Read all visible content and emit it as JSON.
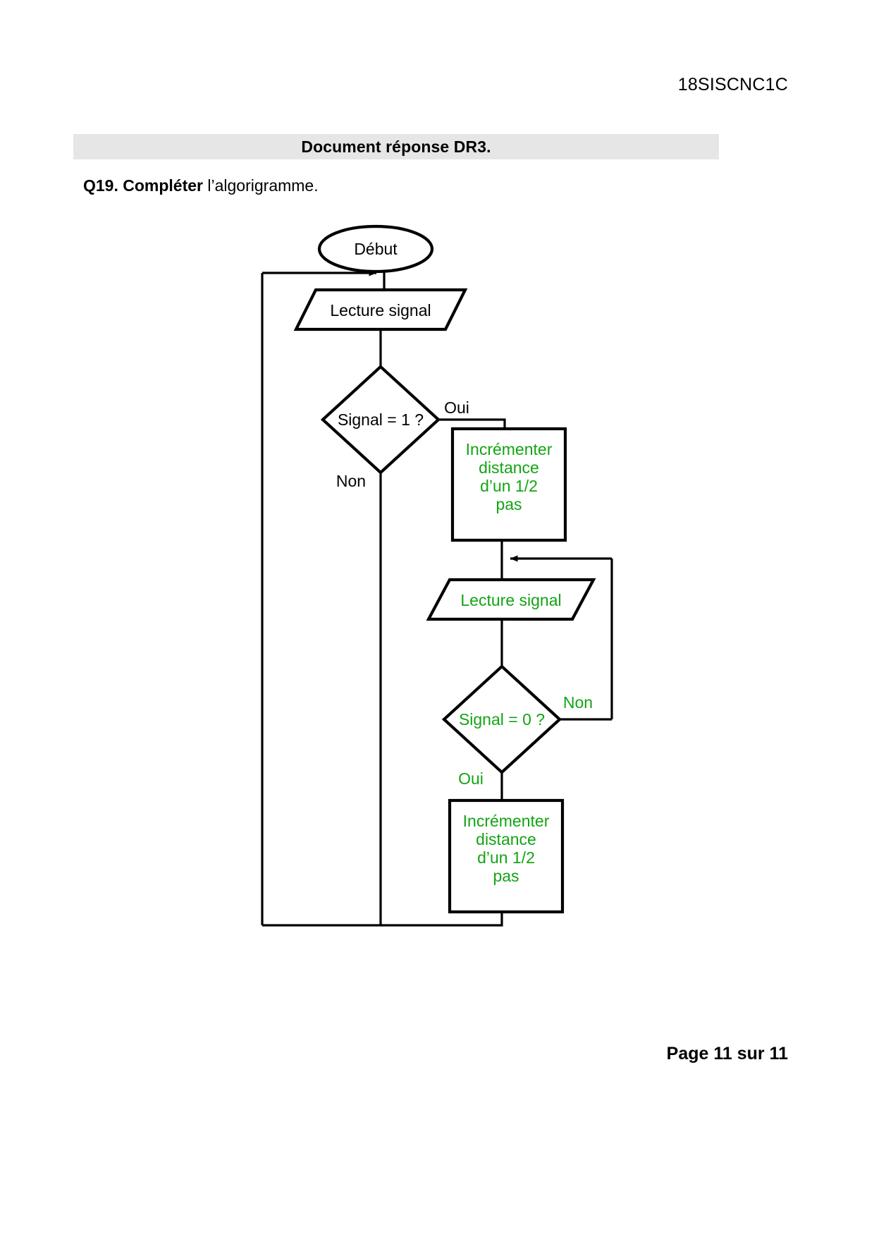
{
  "document": {
    "code": "18SISCNC1C",
    "band_title": "Document réponse DR3.",
    "question_number": "Q19. Compléter",
    "question_text": " l’algorigramme.",
    "footer": "Page 11 sur 11"
  },
  "colors": {
    "band_background": "#e6e6e6",
    "answer_green": "#13a413",
    "ink_black": "#000000",
    "page_background": "#ffffff"
  },
  "flowchart": {
    "title": "Algorigramme",
    "nodes": {
      "start": {
        "label": "Début",
        "shape": "ellipse",
        "color": "#000000"
      },
      "read1": {
        "label": "Lecture signal",
        "shape": "parallelogram",
        "color": "#000000"
      },
      "decision1": {
        "label": "Signal = 1 ?",
        "shape": "diamond",
        "color": "#000000"
      },
      "decision1_yes": {
        "label": "Oui",
        "color": "#000000"
      },
      "decision1_no": {
        "label": "Non",
        "color": "#000000"
      },
      "increment1": {
        "shape": "rectangle",
        "color": "#13a413",
        "lines": [
          "Incrémenter",
          "distance",
          "d’un 1/2",
          "pas"
        ]
      },
      "read2": {
        "label": "Lecture signal",
        "shape": "parallelogram",
        "color": "#13a413"
      },
      "decision2": {
        "label": "Signal = 0 ?",
        "shape": "diamond",
        "color": "#13a413"
      },
      "decision2_no": {
        "label": "Non",
        "color": "#13a413"
      },
      "decision2_yes": {
        "label": "Oui",
        "color": "#13a413"
      },
      "increment2": {
        "shape": "rectangle",
        "color": "#13a413",
        "lines": [
          "Incrémenter",
          "distance",
          "d’un 1/2",
          "pas"
        ]
      }
    }
  }
}
